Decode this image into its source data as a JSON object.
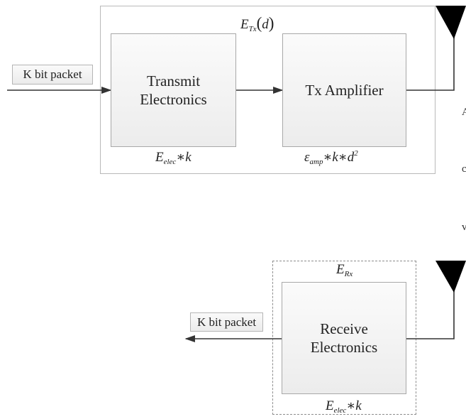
{
  "transmitter": {
    "packet_label": "K bit packet",
    "electronics_label": [
      "Transmit",
      "Electronics"
    ],
    "amplifier_label": "Tx Amplifier",
    "energy_total": {
      "symbol": "E",
      "sub": "Tx",
      "arg": "d"
    },
    "energy_electronics": {
      "symbol": "E",
      "sub": "elec",
      "rest": "∗k"
    },
    "energy_amplifier": {
      "symbol": "ε",
      "sub": "amp",
      "rest": "∗k∗d",
      "sup": "2"
    }
  },
  "receiver": {
    "packet_label": "K bit packet",
    "electronics_label": [
      "Receive",
      "Electronics"
    ],
    "energy_total": {
      "symbol": "E",
      "sub": "Rx"
    },
    "energy_electronics": {
      "symbol": "E",
      "sub": "elec",
      "rest": "∗k"
    }
  },
  "clipped_text": {
    "a": "A",
    "c": "c",
    "v": "v"
  },
  "colors": {
    "line": "#333333",
    "antenna": "#000000",
    "frame": "#b9b9b9"
  }
}
